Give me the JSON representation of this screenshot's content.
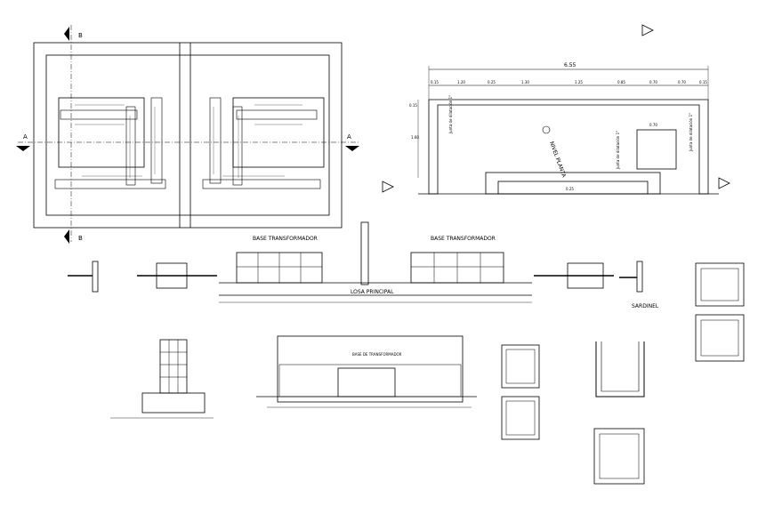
{
  "plan_view": {
    "section_marks": {
      "A_left": "A",
      "A_right": "A",
      "B_top": "B",
      "B_bottom": "B"
    }
  },
  "section_aa": {
    "overall_width": "6.55",
    "segments": [
      "0.15",
      "1.20",
      "0.25",
      "1.30",
      "1.25",
      "0.85",
      "0.70",
      "0.70",
      "0.15"
    ],
    "left_heights": [
      "0.15",
      "1.60"
    ],
    "inner_dims": [
      "0.70",
      "0.25"
    ],
    "notes": [
      "Junta de dilatación 1\"",
      "NIVEL PLANTA",
      "Junta de dilatación 1\"",
      "Junta de dilatación 1\""
    ]
  },
  "section_bb": {
    "callouts": [
      "BASE TRANSFORMADOR",
      "BASE TRANSFORMADOR",
      "LOSA PRINCIPAL",
      "SARDINEL"
    ]
  },
  "details": {
    "bottom_center_title": "BASE DE TRANSFORMADOR"
  }
}
